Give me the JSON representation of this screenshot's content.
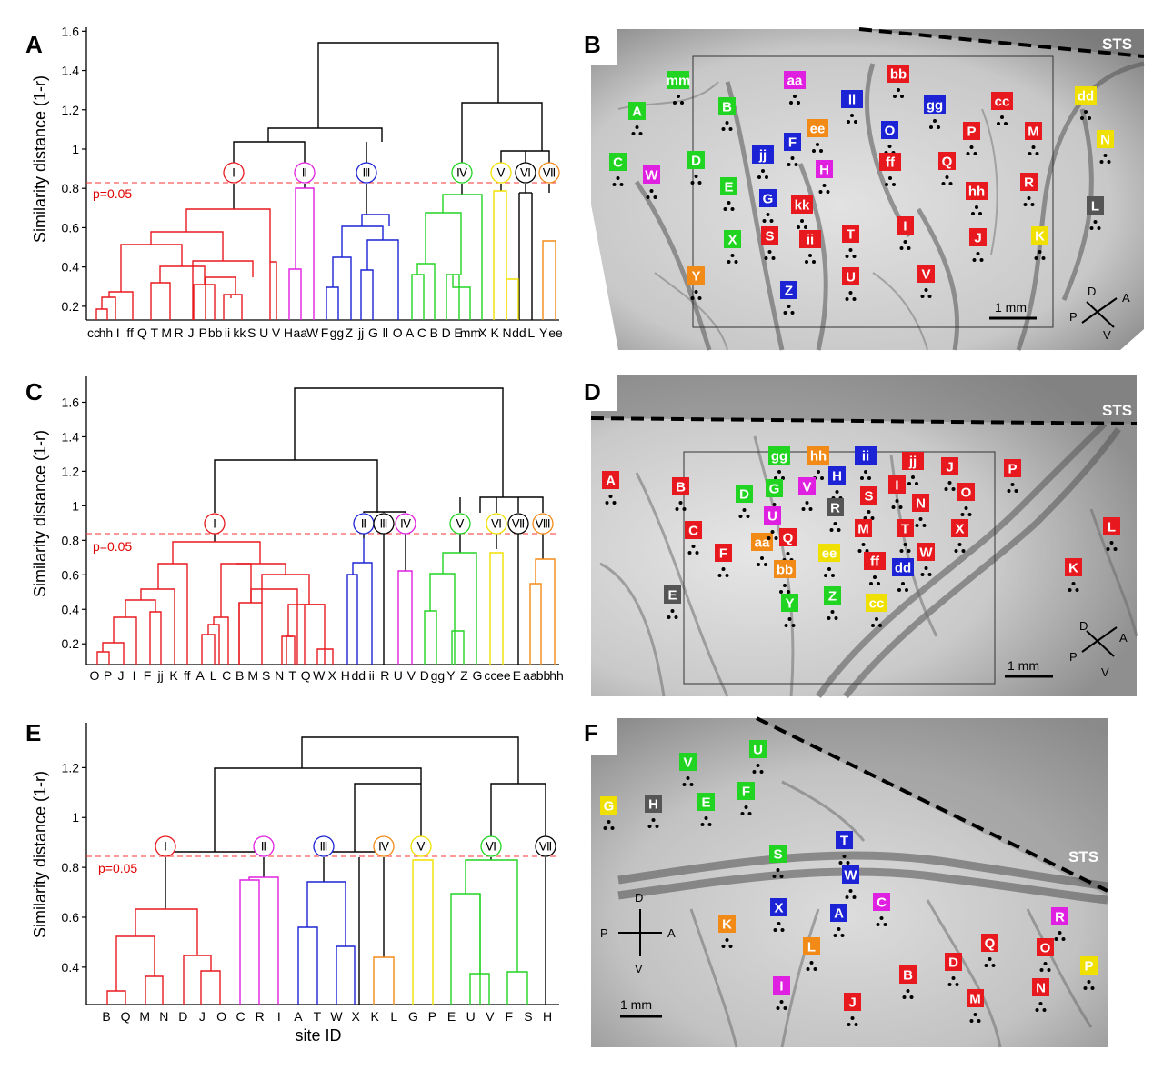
{
  "figure": {
    "panel_labels": [
      "A",
      "B",
      "C",
      "D",
      "E",
      "F"
    ],
    "sts_label": "STS",
    "scale_label": "1 mm",
    "compass": {
      "d": "D",
      "v": "V",
      "a": "A",
      "p": "P"
    },
    "xaxis_label": "site  ID",
    "yaxis_label": "Similarity  distance  (1-r)"
  },
  "chart_data": [
    {
      "type": "dendrogram",
      "panel": "A",
      "ylabel": "Similarity  distance  (1-r)",
      "ylim": [
        0.13,
        1.62
      ],
      "yticks": [
        0.2,
        0.4,
        0.6,
        0.8,
        1,
        1.2,
        1.4,
        1.6
      ],
      "ytick_labels": [
        "0.2",
        "0.4",
        "0.6",
        "0.8",
        "1",
        "1.2",
        "1.4",
        "1.6"
      ],
      "threshold": 0.84,
      "threshold_label": "p=0.05",
      "leaves": [
        "cc",
        "hh",
        "I",
        "ff",
        "Q",
        "T",
        "M",
        "R",
        "J",
        "P",
        "bb",
        "ii",
        "kk",
        "S",
        "U",
        "V",
        "H",
        "aa",
        "W",
        "F",
        "gg",
        "Z",
        "jj",
        "G",
        "ll",
        "O",
        "A",
        "C",
        "B",
        "D",
        "E",
        "mm",
        "X",
        "K",
        "N",
        "dd",
        "L",
        "Y",
        "ee"
      ],
      "clusters": [
        {
          "label": "Ⅰ",
          "color": "#e8191e",
          "leaves": [
            0,
            16
          ]
        },
        {
          "label": "Ⅱ",
          "color": "#e020e0",
          "leaves": [
            17,
            18
          ]
        },
        {
          "label": "Ⅲ",
          "color": "#1c23d4",
          "leaves": [
            19,
            25
          ]
        },
        {
          "label": "Ⅳ",
          "color": "#22d422",
          "leaves": [
            26,
            31
          ]
        },
        {
          "label": "Ⅴ",
          "color": "#f0e000",
          "leaves": [
            32,
            34
          ]
        },
        {
          "label": "Ⅵ",
          "color": "#000000",
          "leaves": [
            35,
            36
          ]
        },
        {
          "label": "Ⅶ",
          "color": "#f28a18",
          "leaves": [
            37,
            38
          ]
        }
      ],
      "tree": [
        [
          "cc",
          "hh",
          0.18
        ],
        [
          "m0",
          "I",
          0.24
        ],
        [
          "m1",
          "ff",
          0.27
        ],
        [
          "Q",
          "T",
          0.32
        ],
        [
          "M",
          "R",
          0.31
        ],
        [
          "m3",
          "m4",
          0.4
        ],
        [
          "m2",
          "m5",
          0.52
        ],
        [
          "P",
          "bb",
          0.36
        ],
        [
          "m7",
          "ii",
          0.24
        ],
        [
          "kk",
          "S",
          0.26
        ],
        [
          "m8",
          "m9",
          0.43
        ],
        [
          "J",
          "m10",
          0.44
        ],
        [
          "m6",
          "m11",
          0.58
        ],
        [
          "U",
          "V",
          0.43
        ],
        [
          "m12",
          "m13",
          0.7
        ],
        [
          "H",
          "aa",
          0.81
        ],
        [
          "gg",
          "Z",
          0.46
        ],
        [
          "jj",
          "G",
          0.39
        ],
        [
          "m17",
          "ll",
          0.54
        ],
        [
          "m16",
          "m18",
          0.68
        ],
        [
          "W",
          "F",
          0.3
        ],
        [
          "A",
          "C",
          0.42
        ],
        [
          "B",
          "D",
          0.36
        ],
        [
          "m22",
          "E",
          0.3
        ],
        [
          "m21",
          "m23",
          0.68
        ],
        [
          "m24",
          "mm",
          0.77
        ],
        [
          "X",
          "K",
          0.8
        ],
        [
          "N",
          "dd",
          0.34
        ],
        [
          "L",
          "Y",
          0.95
        ],
        [
          "ee",
          "-",
          0.54
        ],
        [
          "root-I-III",
          1.06
        ],
        [
          "IV-VII",
          1.28
        ],
        [
          "root",
          1.55
        ]
      ]
    },
    {
      "type": "dendrogram",
      "panel": "C",
      "ylabel": "Similarity  distance  (1-r)",
      "ylim": [
        0.08,
        1.75
      ],
      "yticks": [
        0.2,
        0.4,
        0.6,
        0.8,
        1,
        1.2,
        1.4,
        1.6
      ],
      "ytick_labels": [
        "0.2",
        "0.4",
        "0.6",
        "0.8",
        "1",
        "1.2",
        "1.4",
        "1.6"
      ],
      "threshold": 0.83,
      "threshold_label": "p=0.05",
      "leaves": [
        "O",
        "P",
        "J",
        "I",
        "F",
        "jj",
        "K",
        "ff",
        "A",
        "L",
        "C",
        "B",
        "M",
        "S",
        "N",
        "T",
        "Q",
        "W",
        "X",
        "H",
        "dd",
        "ii",
        "R",
        "U",
        "V",
        "D",
        "gg",
        "Y",
        "Z",
        "G",
        "cc",
        "ee",
        "E",
        "aa",
        "bb",
        "hh"
      ],
      "clusters": [
        {
          "label": "Ⅰ",
          "color": "#e8191e"
        },
        {
          "label": "Ⅱ",
          "color": "#1c23d4"
        },
        {
          "label": "Ⅲ",
          "color": "#000000"
        },
        {
          "label": "Ⅳ",
          "color": "#e020e0"
        },
        {
          "label": "Ⅴ",
          "color": "#22d422"
        },
        {
          "label": "Ⅵ",
          "color": "#f0e000"
        },
        {
          "label": "Ⅶ",
          "color": "#000000"
        },
        {
          "label": "Ⅷ",
          "color": "#f28a18"
        }
      ]
    },
    {
      "type": "dendrogram",
      "panel": "E",
      "ylabel": "Similarity  distance  (1-r)",
      "xlabel": "site  ID",
      "ylim": [
        0.25,
        1.38
      ],
      "yticks": [
        0.4,
        0.6,
        0.8,
        1,
        1.2
      ],
      "ytick_labels": [
        "0.4",
        "0.6",
        "0.8",
        "1",
        "1.2"
      ],
      "threshold": 0.84,
      "threshold_label": "p=0.05",
      "leaves": [
        "B",
        "Q",
        "M",
        "N",
        "D",
        "J",
        "O",
        "C",
        "R",
        "I",
        "A",
        "T",
        "W",
        "X",
        "K",
        "L",
        "G",
        "P",
        "E",
        "U",
        "V",
        "F",
        "S",
        "H"
      ],
      "clusters": [
        {
          "label": "Ⅰ",
          "color": "#e8191e"
        },
        {
          "label": "Ⅱ",
          "color": "#e020e0"
        },
        {
          "label": "Ⅲ",
          "color": "#1c23d4"
        },
        {
          "label": "Ⅳ",
          "color": "#f28a18"
        },
        {
          "label": "Ⅴ",
          "color": "#f0e000"
        },
        {
          "label": "Ⅵ",
          "color": "#22d422"
        },
        {
          "label": "Ⅶ",
          "color": "#000000"
        }
      ]
    }
  ],
  "maps": {
    "B": [
      "mm",
      "aa",
      "bb",
      "dd",
      "A",
      "B",
      "ll",
      "gg",
      "cc",
      "ee",
      "O",
      "P",
      "M",
      "N",
      "F",
      "jj",
      "ff",
      "Q",
      "C",
      "D",
      "W",
      "H",
      "R",
      "hh",
      "E",
      "G",
      "kk",
      "L",
      "X",
      "S",
      "ii",
      "T",
      "I",
      "J",
      "K",
      "Y",
      "U",
      "V",
      "Z"
    ],
    "D": [
      "A",
      "B",
      "gg",
      "hh",
      "ii",
      "jj",
      "J",
      "P",
      "D",
      "G",
      "V",
      "H",
      "S",
      "I",
      "O",
      "C",
      "aa",
      "Q",
      "R",
      "M",
      "T",
      "N",
      "X",
      "L",
      "F",
      "ee",
      "U",
      "W",
      "K",
      "bb",
      "ff",
      "dd",
      "E",
      "Y",
      "Z",
      "cc"
    ],
    "F": [
      "U",
      "V",
      "G",
      "H",
      "E",
      "F",
      "S",
      "T",
      "W",
      "C",
      "X",
      "A",
      "K",
      "R",
      "L",
      "Q",
      "D",
      "O",
      "P",
      "I",
      "B",
      "N",
      "M",
      "J"
    ]
  }
}
